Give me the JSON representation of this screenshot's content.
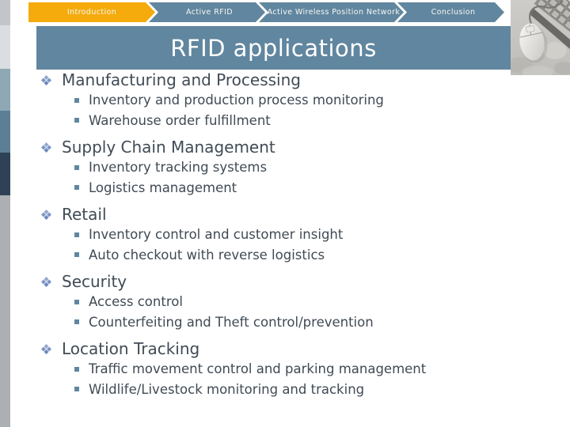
{
  "slide": {
    "title": "RFID applications"
  },
  "breadcrumb": {
    "items": [
      {
        "label": "Introduction",
        "active": true
      },
      {
        "label": "Active RFID",
        "active": false
      },
      {
        "label": "Active Wireless Position Network",
        "active": false
      },
      {
        "label": "Conclusion",
        "active": false
      }
    ]
  },
  "sections": [
    {
      "title": "Manufacturing and Processing",
      "items": [
        "Inventory and production process monitoring",
        "Warehouse order fulfillment"
      ]
    },
    {
      "title": "Supply Chain Management",
      "items": [
        "Inventory tracking systems",
        "Logistics management"
      ]
    },
    {
      "title": "Retail",
      "items": [
        "Inventory control and customer insight",
        "Auto checkout with reverse logistics"
      ]
    },
    {
      "title": "Security",
      "items": [
        "Access control",
        "Counterfeiting and Theft control/prevention"
      ]
    },
    {
      "title": "Location Tracking",
      "items": [
        "Traffic movement control and parking management",
        "Wildlife/Livestock monitoring and tracking"
      ]
    }
  ],
  "decor": {
    "photo": "mouse-and-keyboard-photo",
    "heading_bullet": "four-diamond-bullet",
    "sub_bullet": "square-bullet"
  },
  "colors": {
    "accent_orange": "#f4ab0b",
    "slate_blue": "#61869f",
    "dark_navy": "#2e4156",
    "strip_light_blue": "#8ea9b5",
    "strip_gray": "#acb0b3",
    "body_text": "#414b55",
    "bullet_blue": "#7c95c6",
    "title_text": "#ffffff"
  }
}
